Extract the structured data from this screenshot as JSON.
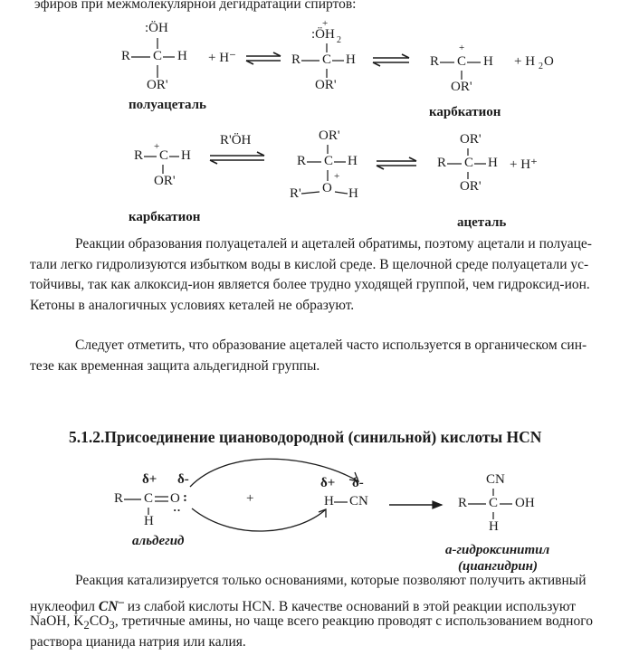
{
  "top_line": "эфиров при межмолекулярной дегидратации спиртов:",
  "scheme1": {
    "m1": {
      "oh": ":ÖH",
      "left": "R",
      "h": "H",
      "or": "OR'"
    },
    "plus_h": "+ H⁻",
    "m2": {
      "oh2": "+",
      "oh2_text": ":ÖH",
      "sub2": "2",
      "left": "R",
      "h": "H",
      "or": "OR'"
    },
    "m3": {
      "plus": "+",
      "left": "R",
      "h": "H",
      "or": "OR'"
    },
    "plus_h2o": "+ H",
    "h2o_sub": "2",
    "h2o_o": "O",
    "label_hemiacetal": "полуацеталь",
    "label_carbocation": "карбкатион"
  },
  "scheme2": {
    "m1": {
      "left": "R",
      "h": "H",
      "or": "OR'"
    },
    "reagent": "R'ÖH",
    "m2": {
      "or_top": "OR'",
      "left": "R",
      "h": "H",
      "o": "O",
      "plus": "+",
      "r_prime": "R'",
      "h2": "H"
    },
    "m3": {
      "or_top": "OR'",
      "left": "R",
      "h": "H",
      "or_bottom": "OR'"
    },
    "plus_h": "+ H⁺",
    "label_carbocation": "карбкатион",
    "label_acetal": "ацеталь"
  },
  "para1": [
    "Реакции образования полуацеталей и ацеталей обратимы, поэтому ацетали и полуаце-",
    "тали легко гидролизуются избытком воды в кислой среде. В щелочной среде полуацетали ус-",
    "тойчивы, так как алкоксид-ион является более трудно уходящей группой, чем гидроксид-ион.",
    "Кетоны в аналогичных условиях кеталей не образуют."
  ],
  "para2": [
    "Следует отметить, что образование ацеталей часто используется в органическом син-",
    "тезе как временная защита альдегидной группы."
  ],
  "heading": "5.1.2.Присоединение циановодородной (синильной) кислоты HCN",
  "scheme3": {
    "aldehyde": {
      "delta_plus": "δ+",
      "delta_minus": "δ-",
      "left": "R",
      "c": "C",
      "o": "O",
      "colon": ":",
      "h": "H"
    },
    "plus": "+",
    "hcn": {
      "delta_plus": "δ+",
      "delta_minus": "δ-",
      "h": "H",
      "cn": "CN"
    },
    "product": {
      "cn": "CN",
      "left": "R",
      "c": "C",
      "oh": "OH",
      "h": "H"
    },
    "label_aldehyde": "альдегид",
    "label_product_1": "а-гидроксинитил",
    "label_product_2": "(циангидрин)"
  },
  "para3": {
    "l1": "Реакция катализируется только основаниями, которые позволяют получить активный",
    "l2_a": "нуклеофил ",
    "l2_cn": "CN",
    "l2_sup": "–",
    "l2_b": " из слабой кислоты HCN. В качестве оснований в этой реакции используют",
    "l3_a": "NaOH, K",
    "l3_sub1": "2",
    "l3_b": "CO",
    "l3_sub2": "3",
    "l3_c": ", третичные амины, но чаще всего реакцию проводят с использованием водного",
    "l4": "раствора цианида натрия или калия."
  }
}
